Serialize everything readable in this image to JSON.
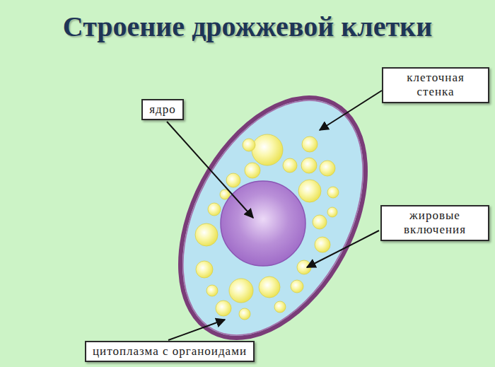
{
  "diagram": {
    "title": "Строение дрожжевой клетки",
    "nodes": [
      {
        "text": [
          "клеточная стенка"
        ]
      },
      {
        "text": [
          "ядро"
        ]
      },
      {
        "text": [
          "жировые включения"
        ]
      },
      {
        "text": [
          "цитоплазма с органоидами"
        ]
      }
    ]
  }
}
